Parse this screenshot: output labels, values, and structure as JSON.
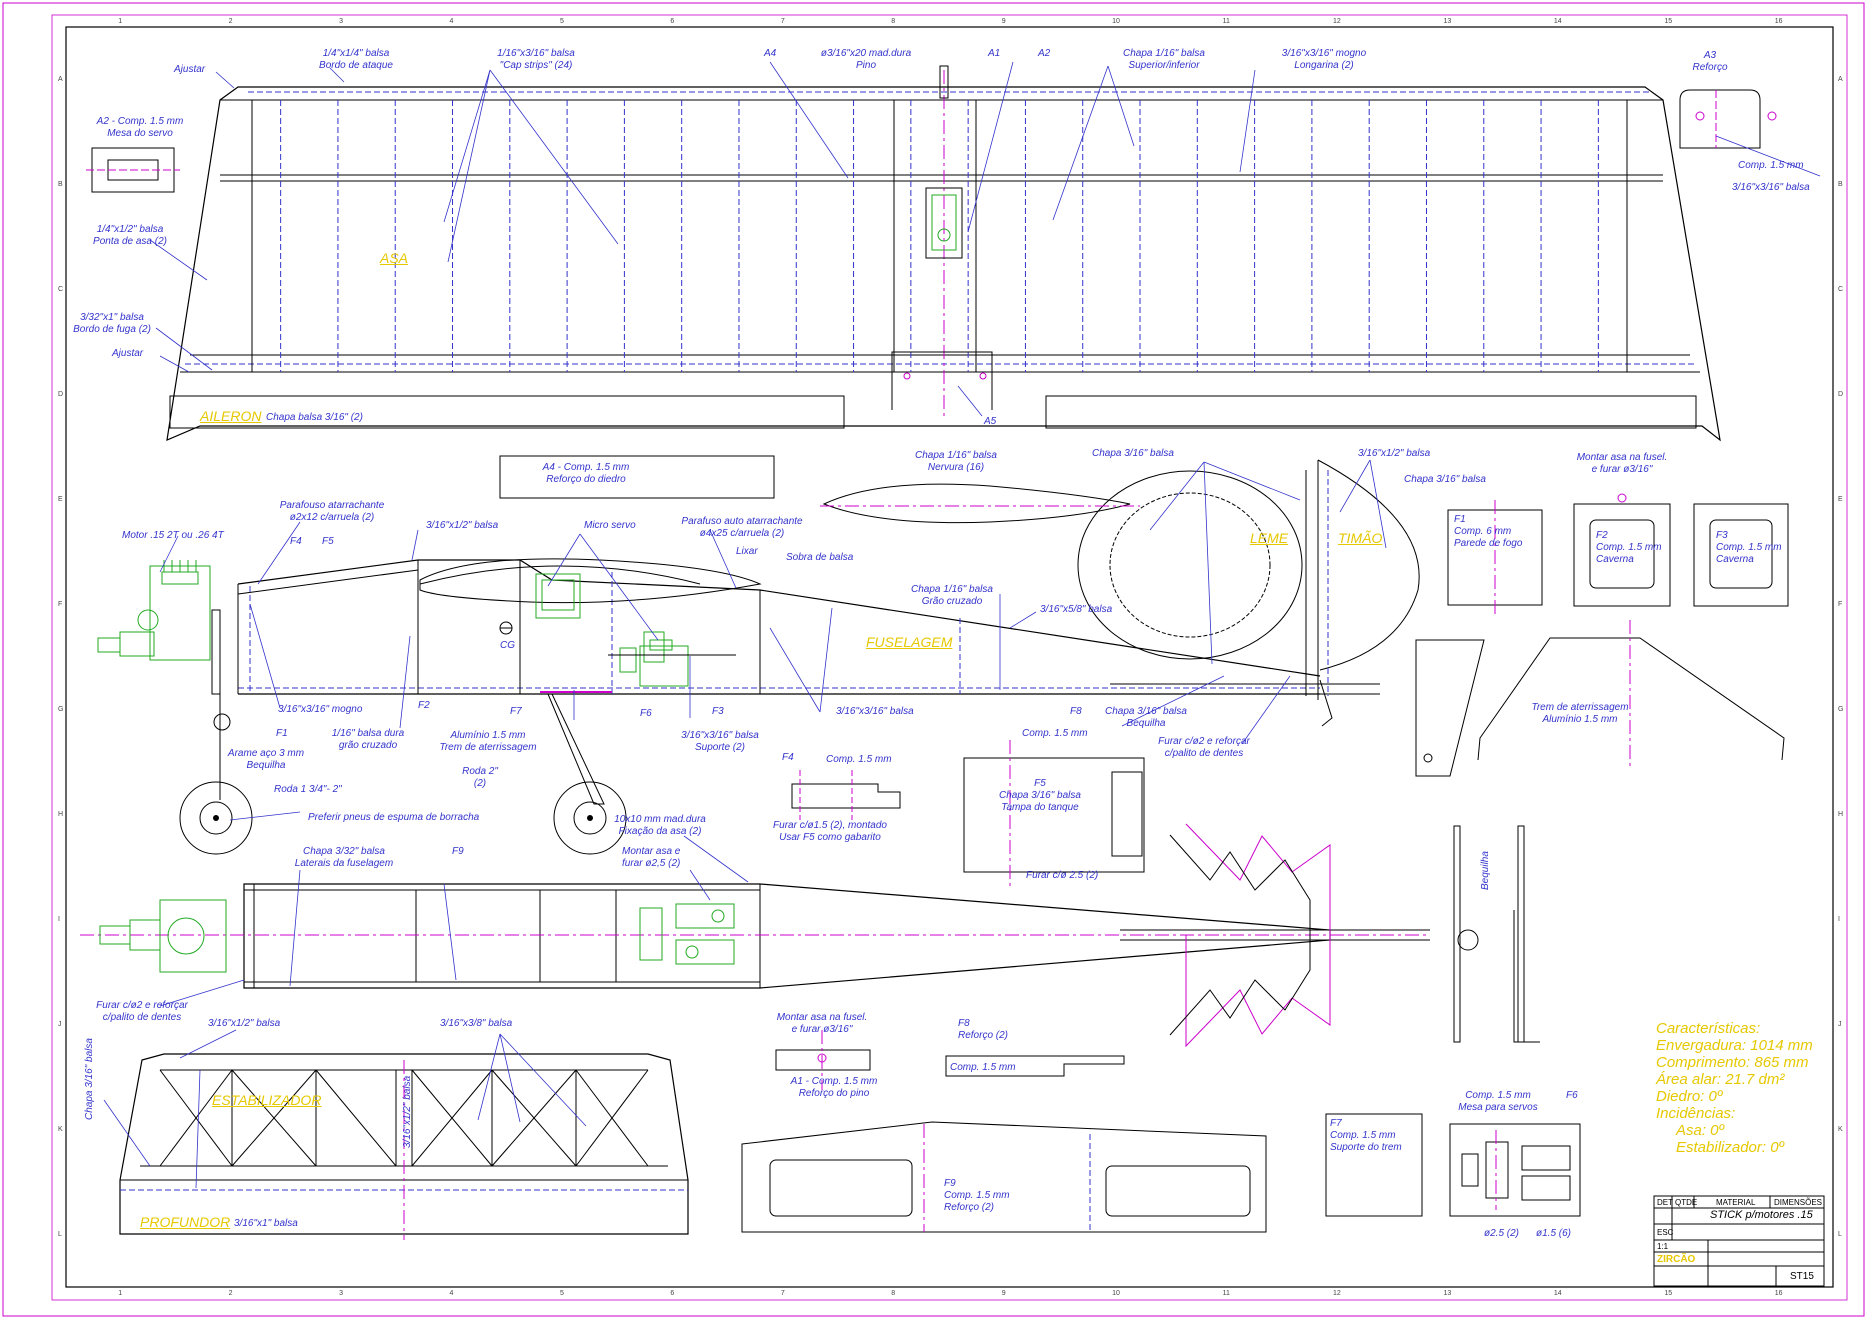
{
  "title_block": {
    "col_det": "DET",
    "col_qtde": "QTDE",
    "col_material": "MATERIAL",
    "col_dimensoes": "DIMENSÕES",
    "model_name": "STICK p/motores .15",
    "scale_label": "ESC",
    "scale": "1:1",
    "drawing_number": "ST15",
    "org": "ZIRCÃO"
  },
  "views": {
    "wing": "ASA",
    "aileron": "AILERON",
    "fuselage": "FUSELAGEM",
    "rudder": "LEME",
    "fin": "TIMÃO",
    "stabilizer": "ESTABILIZADOR",
    "elevator": "PROFUNDOR"
  },
  "wing_labels": {
    "leading_edge": "1/4\"x1/4\" balsa\nBordo de ataque",
    "cap_strips": "1/16\"x3/16\" balsa\n\"Cap strips\" (24)",
    "a4": "A4",
    "pin": "ø3/16\"x20 mad.dura\nPino",
    "a1": "A1",
    "a2": "A2",
    "sheeting": "Chapa 1/16\" balsa\nSuperior/inferior",
    "spar": "3/16\"x3/16\" mogno\nLongarina (2)",
    "a3_reinforce": "A3\nReforço",
    "a3_length": "Comp. 1.5 mm",
    "a3_balsa": "3/16\"x3/16\" balsa",
    "adjust_top": "Ajustar",
    "a2_servo": "A2 - Comp. 1.5 mm\nMesa do servo",
    "wingtip": "1/4\"x1/2\" balsa\nPonta de asa (2)",
    "trailing_edge": "3/32\"x1\" balsa\nBordo de fuga (2)",
    "adjust_bottom": "Ajustar",
    "aileron_sheet": "Chapa balsa 3/16\" (2)",
    "a5": "A5",
    "a4_note": "A4 - Comp. 1.5 mm\nReforço do diedro"
  },
  "fuselage_labels": {
    "motor": "Motor .15 2T ou .26 4T",
    "self_tap_screw": "Parafouso atarrachante\nø2x12 c/arruela (2)",
    "f4": "F4",
    "f5": "F5",
    "longeron_top": "3/16\"x1/2\" balsa",
    "micro_servo": "Micro servo",
    "screw_2": "Parafuso auto atarrachante\nø4x25 c/arruela (2)",
    "sand": "Lixar",
    "extra_balsa": "Sobra de balsa",
    "sheet_1_16": "Chapa 1/16\" balsa\nGrão cruzado",
    "rear_balsa": "3/16\"x5/8\" balsa",
    "cg": "CG",
    "mahogany": "3/16\"x3/16\" mogno",
    "hard_balsa": "1/16\" balsa dura\ngrão cruzado",
    "f1": "F1",
    "f2": "F2",
    "f7": "F7",
    "aluminum": "Alumínio 1.5 mm\nTrem de aterrissagem",
    "f6": "F6",
    "f3": "F3",
    "support": "3/16\"x3/16\" balsa\nSuporte (2)",
    "stick_3_16": "3/16\"x3/16\" balsa",
    "f8": "F8",
    "tailskid_sheet": "Chapa 3/16\" balsa\nBequilha",
    "drill_2": "Furar c/ø2 e reforçar\nc/palito de dentes",
    "wire_3mm": "Arame aço 3 mm\nBequilha",
    "wheel_1": "Roda 1 3/4\"- 2\"",
    "wheel_2": "Roda 2\"\n(2)",
    "foam_tires": "Preferir pneus de espuma de borracha",
    "rib_label": "Chapa 1/16\" balsa\nNervura (16)",
    "tail_sheet": "Chapa 3/16\" balsa",
    "tail_stick": "3/16\"x1/2\" balsa",
    "tail_sheet_2": "Chapa 3/16\" balsa"
  },
  "parts": {
    "wing_mount": "Montar asa na fusel.\ne furar ø3/16\"",
    "f1_part": "F1\nComp. 6 mm\nParede de fogo",
    "f2_part": "F2\nComp. 1.5 mm\nCaverna",
    "f3_part": "F3\nComp. 1.5 mm\nCaverna",
    "landing_gear": "Trem de aterrissagem\nAlumínio 1.5 mm",
    "f4_part": "F4",
    "f4_comp": "Comp. 1.5 mm",
    "f4_drill": "Furar c/ø1.5 (2), montado\nUsar F5 como gabarito",
    "f5_part": "F5\nChapa 3/16\" balsa\nTampa do tanque",
    "f5_comp": "Comp. 1.5 mm",
    "f5_drill": "Furar c/ø 2.5 (2)",
    "hardwood": "10x10 mm mad.dura\nFixação da asa (2)",
    "mount_drill": "Montar asa e\nfurar ø2,5 (2)",
    "side_sheet": "Chapa 3/32\" balsa\nLaterais da fuselagem",
    "f9": "F9",
    "tail_drill": "Furar c/ø2 e reforçar\nc/palito de dentes",
    "tailskid": "Bequilha",
    "stab_stick": "3/16\"x1/2\" balsa",
    "stab_sheet": "Chapa 3/16\" balsa",
    "stab_balsa": "3/16\"x3/8\" balsa",
    "stab_v": "3/16\"x1/2\" balsa",
    "elevator_stick": "3/16\"x1\" balsa",
    "wing_mount_2": "Montar asa na fusel.\ne furar ø3/16\"",
    "a1_part": "A1 - Comp. 1.5 mm\nReforço do pino",
    "f8_part": "F8\nReforço (2)",
    "f8_comp": "Comp. 1.5 mm",
    "f9_part": "F9\nComp. 1.5 mm\nReforço (2)",
    "f7_part": "F7\nComp. 1.5 mm\nSuporte do trem",
    "f6_comp": "Comp. 1.5 mm\nMesa para servos",
    "f6_label": "F6",
    "d25": "ø2.5 (2)",
    "d15": "ø1.5 (6)"
  },
  "specs": {
    "heading": "Características:",
    "span": "Envergadura: 1014 mm",
    "length": "Comprimento: 865 mm",
    "wing_area": "Área alar: 21.7 dm²",
    "dihedral": "Diedro: 0º",
    "incidences": "Incidências:",
    "wing_inc": "Asa: 0º",
    "stab_inc": "Estabilizador: 0º"
  },
  "grid": {
    "columns": [
      "1",
      "2",
      "3",
      "4",
      "5",
      "6",
      "7",
      "8",
      "9",
      "10",
      "11",
      "12",
      "13",
      "14",
      "15",
      "16"
    ],
    "rows": [
      "A",
      "B",
      "C",
      "D",
      "E",
      "F",
      "G",
      "H",
      "I",
      "J",
      "K",
      "L"
    ]
  },
  "colors": {
    "outline": "#000000",
    "label": "#3333cc",
    "title": "#e6c800",
    "center": "#cc00cc",
    "engine": "#22aa22"
  }
}
